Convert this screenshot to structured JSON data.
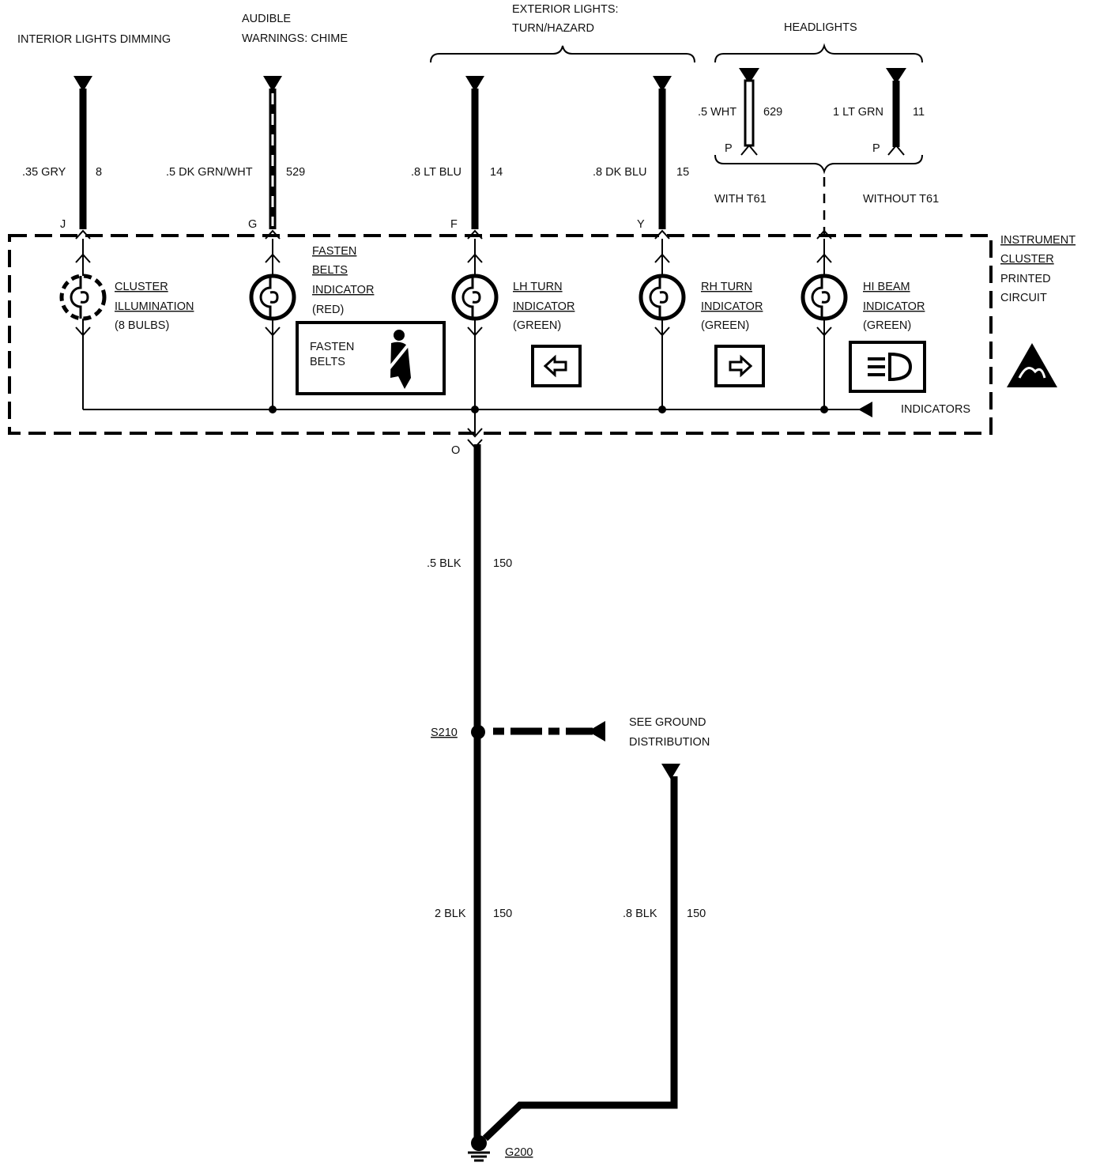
{
  "headers": {
    "interior_dimming": "INTERIOR LIGHTS DIMMING",
    "audible_1": "AUDIBLE",
    "audible_2": "WARNINGS: CHIME",
    "exterior_1": "EXTERIOR LIGHTS:",
    "exterior_2": "TURN/HAZARD",
    "headlights": "HEADLIGHTS"
  },
  "wires": {
    "gry": {
      "label": ".35 GRY",
      "circuit": "8",
      "pin": "J"
    },
    "dkgrn": {
      "label": ".5 DK GRN/WHT",
      "circuit": "529",
      "pin": "G"
    },
    "ltblu": {
      "label": ".8 LT BLU",
      "circuit": "14",
      "pin": "F"
    },
    "dkblu": {
      "label": ".8 DK BLU",
      "circuit": "15",
      "pin": "Y"
    },
    "wht": {
      "label": ".5 WHT",
      "circuit": "629",
      "pin": "P"
    },
    "ltgrn": {
      "label": "1 LT GRN",
      "circuit": "11",
      "pin": "P"
    },
    "ground_pin": "O",
    "blk1": {
      "label": ".5 BLK",
      "circuit": "150"
    },
    "blk2": {
      "label": "2 BLK",
      "circuit": "150"
    },
    "blk3": {
      "label": ".8 BLK",
      "circuit": "150"
    }
  },
  "options": {
    "with": "WITH T61",
    "without": "WITHOUT T61"
  },
  "cluster": {
    "title": [
      "INSTRUMENT",
      "CLUSTER",
      "PRINTED",
      "CIRCUIT"
    ],
    "indicators_label": "INDICATORS",
    "bulbs": [
      {
        "lines": [
          "CLUSTER",
          "ILLUMINATION",
          "(8 BULBS)"
        ]
      },
      {
        "lines": [
          "FASTEN",
          "BELTS",
          "INDICATOR",
          "(RED)"
        ]
      },
      {
        "lines": [
          "LH TURN",
          "INDICATOR",
          "(GREEN)"
        ]
      },
      {
        "lines": [
          "RH TURN",
          "INDICATOR",
          "(GREEN)"
        ]
      },
      {
        "lines": [
          "HI BEAM",
          "INDICATOR",
          "(GREEN)"
        ]
      }
    ],
    "fasten_box": [
      "FASTEN",
      "BELTS"
    ]
  },
  "splice": {
    "name": "S210",
    "see_1": "SEE GROUND",
    "see_2": "DISTRIBUTION"
  },
  "ground": {
    "name": "G200"
  }
}
